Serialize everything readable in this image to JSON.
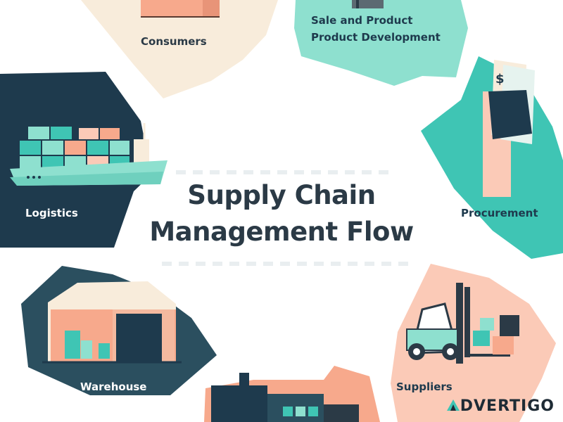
{
  "title": {
    "line1": "Supply Chain",
    "line2": "Management Flow"
  },
  "segments": {
    "consumers": "Consumers",
    "sale_line1": "Sale and Product",
    "sale_line2": "Product Development",
    "procurement": "Procurement",
    "logistics": "Logistics",
    "warehouse": "Warehouse",
    "suppliers": "Suppliers"
  },
  "icons": {
    "consumers": "shopping-bag-icon",
    "sale": "product-box-icon",
    "procurement": "money-icon",
    "logistics": "cargo-ship-icon",
    "warehouse": "warehouse-icon",
    "suppliers": "forklift-icon",
    "bottom": "factory-icon"
  },
  "colors": {
    "navy": "#1e3a4d",
    "teal": "#3fc5b4",
    "mint": "#8ee0cf",
    "cream": "#f8ecdb",
    "peach": "#f7a98c",
    "blush": "#fbcab7"
  },
  "brand": "DVERTIGO"
}
